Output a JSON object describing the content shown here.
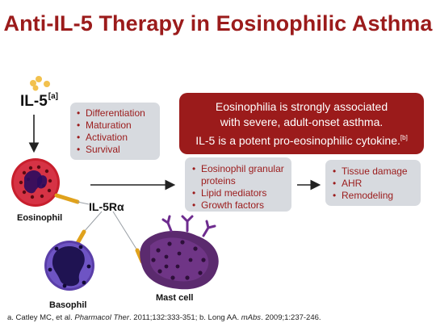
{
  "title": "Anti-IL-5 Therapy in Eosinophilic Asthma",
  "il5": {
    "label": "IL-5",
    "ref": "[a]"
  },
  "box_functions": [
    "Differentiation",
    "Maturation",
    "Activation",
    "Survival"
  ],
  "red_box": {
    "line1": "Eosinophilia is strongly associated",
    "line2": "with severe, adult-onset asthma.",
    "line3": "IL-5 is a potent pro-eosinophilic cytokine.",
    "ref": "[b]"
  },
  "box_mediators": [
    {
      "line1": "Eosinophil granular",
      "line2": "proteins"
    },
    {
      "line1": "Lipid mediators",
      "line2": ""
    },
    {
      "line1": "Growth factors",
      "line2": ""
    }
  ],
  "box_effects": [
    "Tissue damage",
    "AHR",
    "Remodeling"
  ],
  "labels": {
    "eosinophil": "Eosinophil",
    "receptor": "IL-5Rα",
    "basophil": "Basophil",
    "mast_cell": "Mast cell"
  },
  "footer": {
    "a_prefix": "a. Catley MC, et al. ",
    "a_journal": "Pharmacol Ther",
    "a_suffix": ". 2011;132:333-351; b. Long AA. ",
    "b_journal": "mAbs",
    "b_suffix": ". 2009;1:237-246."
  },
  "colors": {
    "accent": "#9b1b1b",
    "box": "#d7dadf",
    "ligand": "#f2c14e",
    "receptor": "#e0a21c",
    "eosinophil": "#c81f2d",
    "basophil": "#5a3ea8",
    "mast_cell": "#5b2a6e"
  }
}
